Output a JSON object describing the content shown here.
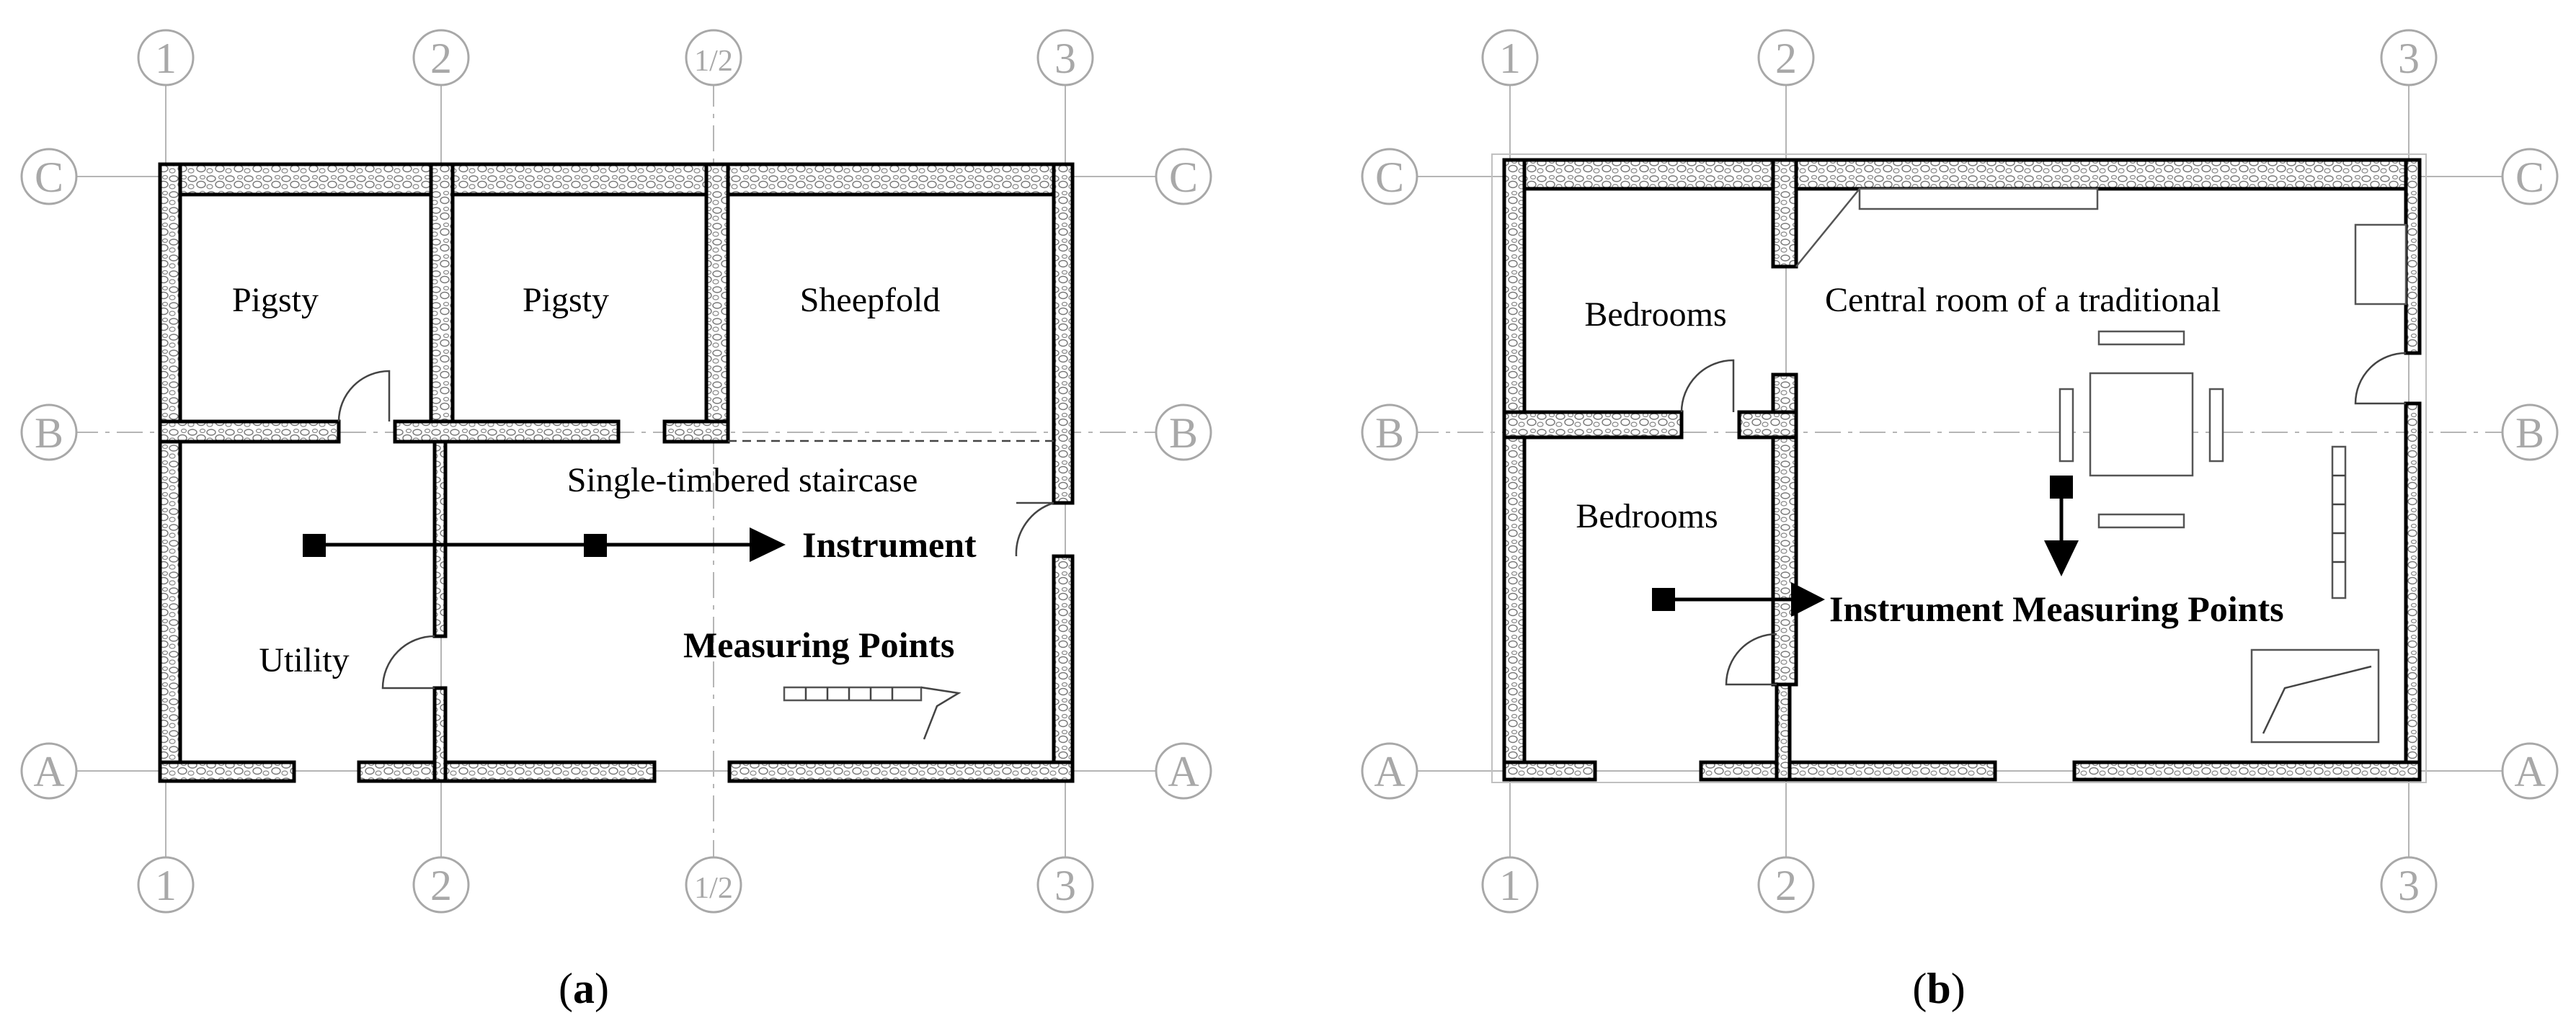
{
  "figure_a": {
    "caption_open": "(",
    "caption_letter": "a",
    "caption_close": ")",
    "axes": {
      "top": [
        "1",
        "2",
        "1/2",
        "3"
      ],
      "bottom": [
        "1",
        "2",
        "1/2",
        "3"
      ],
      "left": [
        "C",
        "B",
        "A"
      ],
      "right": [
        "C",
        "B",
        "A"
      ]
    },
    "rooms": {
      "pigsty_1": "Pigsty",
      "pigsty_2": "Pigsty",
      "sheepfold": "Sheepfold",
      "staircase": "Single-timbered staircase",
      "utility": "Utility"
    },
    "labels": {
      "instrument": "Instrument",
      "measuring_points": "Measuring Points"
    }
  },
  "figure_b": {
    "caption_open": "(",
    "caption_letter": "b",
    "caption_close": ")",
    "axes": {
      "top": [
        "1",
        "2",
        "3"
      ],
      "bottom": [
        "1",
        "2",
        "3"
      ],
      "left": [
        "C",
        "B",
        "A"
      ],
      "right": [
        "C",
        "B",
        "A"
      ]
    },
    "rooms": {
      "bedroom_1": "Bedrooms",
      "bedroom_2": "Bedrooms",
      "central_room": "Central room of a traditional"
    },
    "labels": {
      "instrument_measuring_points": "Instrument Measuring Points"
    }
  },
  "colors": {
    "wall_outline": "#000000",
    "axis_gray": "#a8a8a8",
    "grid_gray": "#b5b5b5"
  }
}
